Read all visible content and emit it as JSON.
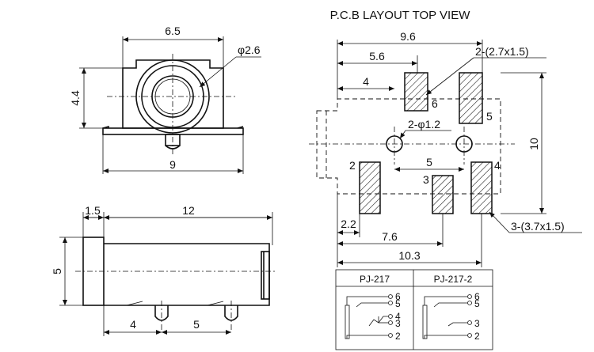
{
  "title": "P.C.B LAYOUT  TOP VIEW",
  "front_view": {
    "width": "6.5",
    "height": "4.4",
    "diameter": "φ2.6",
    "base": "9"
  },
  "side_view": {
    "front": "1.5",
    "length": "12",
    "height": "5",
    "pin_left": "4",
    "pin_gap": "5"
  },
  "pcb": {
    "overall_width": "9.6",
    "d56": "5.6",
    "d4": "4",
    "small_pad": "2-(2.7x1.5)",
    "holes": "2-φ1.2",
    "d5": "5",
    "height": "10",
    "large_pad": "3-(3.7x1.5)",
    "d22": "2.2",
    "d76": "7.6",
    "d103": "10.3",
    "pins": {
      "p6": "6",
      "p5": "5",
      "p2": "2",
      "p3": "3",
      "p4": "4"
    }
  },
  "schematics": {
    "left_title": "PJ-217",
    "right_title": "PJ-217-2",
    "left_pins": [
      "6",
      "5",
      "4",
      "3",
      "2"
    ],
    "right_pins": [
      "6",
      "5",
      "3",
      "2"
    ]
  }
}
